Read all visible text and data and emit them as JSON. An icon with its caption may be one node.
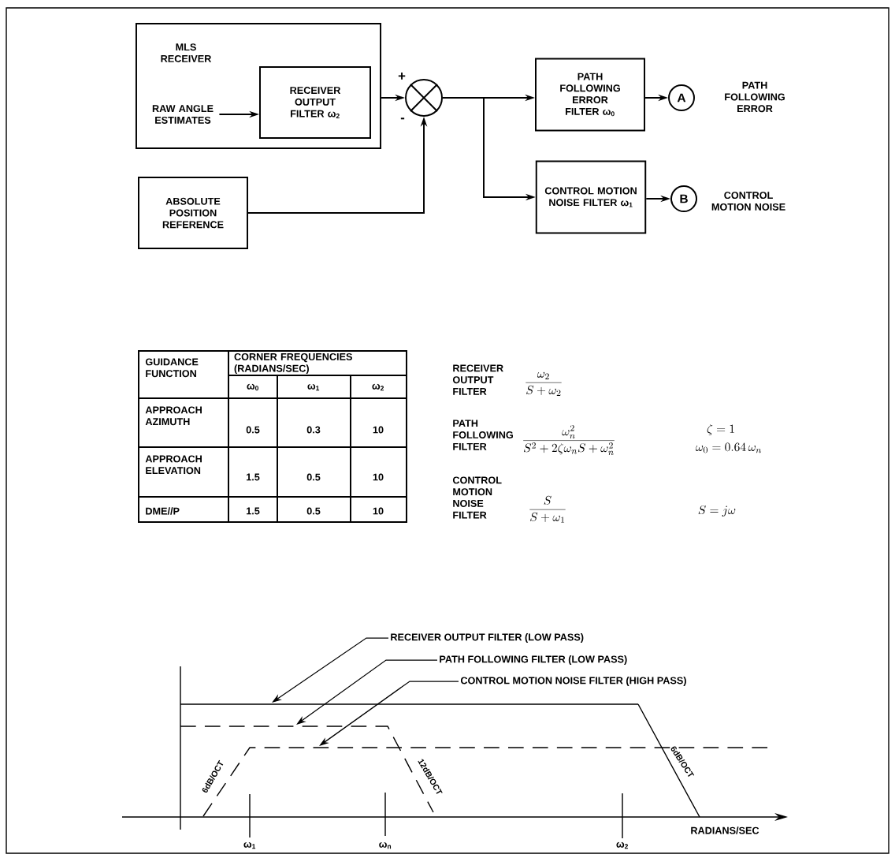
{
  "diagram": {
    "nodes": [
      {
        "text": [
          "MLS RECEIVER"
        ]
      },
      {
        "text": [
          "RAW ANGLE ESTIMATES"
        ],
        "in": 0
      },
      {
        "text": [
          "RECEIVER OUTPUT FILTER ω$_{2}$"
        ],
        "in": 0
      },
      {
        "text": [],
        "shape": "circle",
        "beside": [
          "+",
          "-"
        ]
      },
      {
        "text": [
          "ABSOLUTE POSITION REFERENCE"
        ]
      },
      {
        "text": [
          "PATH FOLLOWING ERROR FILTER ω$_{0}$"
        ]
      },
      {
        "text": [
          "CONTROL MOTION NOISE FILTER ω$_{1}$"
        ]
      },
      {
        "text": [
          "A"
        ],
        "beside": [
          "PATH FOLLOWING ERROR"
        ]
      },
      {
        "text": [
          "B"
        ],
        "beside": [
          "CONTROL MOTION NOISE"
        ]
      },
      {
        "text": [
          "RECEIVER OUTPUT FILTER (LOW PASS)"
        ]
      },
      {
        "text": [
          "PATH FOLLOWING FILTER (LOW PASS)"
        ]
      },
      {
        "text": [
          "CONTROL MOTION NOISE FILTER (HIGH PASS)"
        ]
      }
    ],
    "edges": [
      {
        "from": 1,
        "to": 2,
        "arrow": "to"
      },
      {
        "from": 0,
        "to": 3,
        "arrow": "to"
      },
      {
        "from": 4,
        "to": 3,
        "arrow": "to"
      },
      {
        "from": 3,
        "to": 5,
        "arrow": "to"
      },
      {
        "from": 3,
        "to": 6,
        "arrow": "to"
      },
      {
        "from": 5,
        "to": 7,
        "arrow": "to"
      },
      {
        "from": 6,
        "to": 8,
        "arrow": "to"
      },
      {
        "from": 9,
        "to": null,
        "arrow": "to"
      },
      {
        "from": 10,
        "to": null,
        "arrow": "to"
      },
      {
        "from": 11,
        "to": null,
        "arrow": "to"
      }
    ],
    "labels": [
      "GUIDANCE FUNCTION",
      "CORNER FREQUENCIES (RADIANS/SEC)",
      "ω$_{0}$",
      "ω$_{1}$",
      "ω$_{2}$",
      "APPROACH AZIMUTH",
      "0.5",
      "0.3",
      "10",
      "APPROACH ELEVATION",
      "1.5",
      "0.5",
      "10",
      "DME//P",
      "1.5",
      "0.5",
      "10",
      "RECEIVER OUTPUT FILTER",
      "\\frac{\\omega_2}{S+\\omega_2}",
      "PATH FOLLOWING FILTER",
      "\\frac{\\omega_n^2}{S^2+2\\zeta\\omega_n S+\\omega_n^2}",
      "\\zeta = 1",
      "\\omega_0 = 0.64\\,\\omega_n",
      "CONTROL MOTION NOISE FILTER",
      "\\frac{S}{S+\\omega_1}",
      "S = j\\omega",
      "6dB/OCT",
      "12dB/OCT",
      "6dB/OCT",
      "RADIANS/SEC",
      "ω$_{1}$",
      "ω$_{n}$",
      "ω$_{2}$"
    ]
  }
}
